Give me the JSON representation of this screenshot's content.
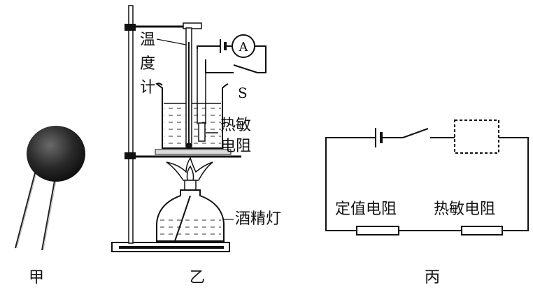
{
  "panels": {
    "jia": {
      "caption": "甲"
    },
    "yi": {
      "caption": "乙",
      "thermometer_label_1": "温",
      "thermometer_label_2": "度",
      "thermometer_label_3": "计",
      "switch_label": "S",
      "ammeter_label": "A",
      "thermistor_label_1": "热敏",
      "thermistor_label_2": "电阻",
      "lamp_label": "酒精灯"
    },
    "bing": {
      "caption": "丙",
      "fixed_resistor_label": "定值电阻",
      "thermistor_label": "热敏电阻"
    }
  },
  "colors": {
    "ink": "#111111",
    "hatch": "#555555",
    "thermistor_body": "#2a2a2a"
  }
}
